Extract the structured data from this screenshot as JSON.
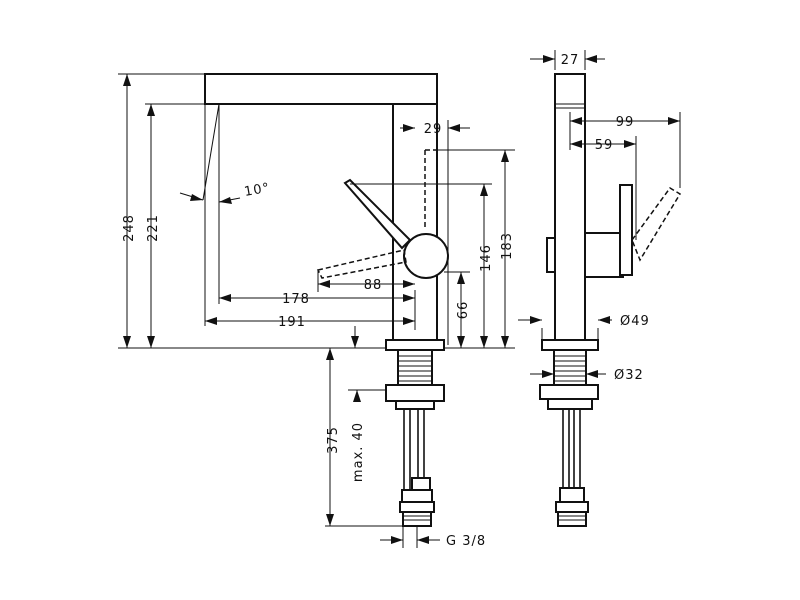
{
  "dimensions": {
    "overall_height": "248",
    "spout_height": "221",
    "spout_angle": "10°",
    "spout_reach_178": "178",
    "spout_reach_191": "191",
    "handle_offset": "88",
    "top_spacing": "29",
    "handle_height": "146",
    "handle_lift_height": "183",
    "base_to_handle": "66",
    "body_width": "27",
    "handle_reach_99": "99",
    "handle_reach_59": "59",
    "base_diameter": "Ø49",
    "shank_diameter": "Ø32",
    "shank_length": "375",
    "max_deck_thickness": "max. 40",
    "connection_thread": "G 3/8"
  }
}
